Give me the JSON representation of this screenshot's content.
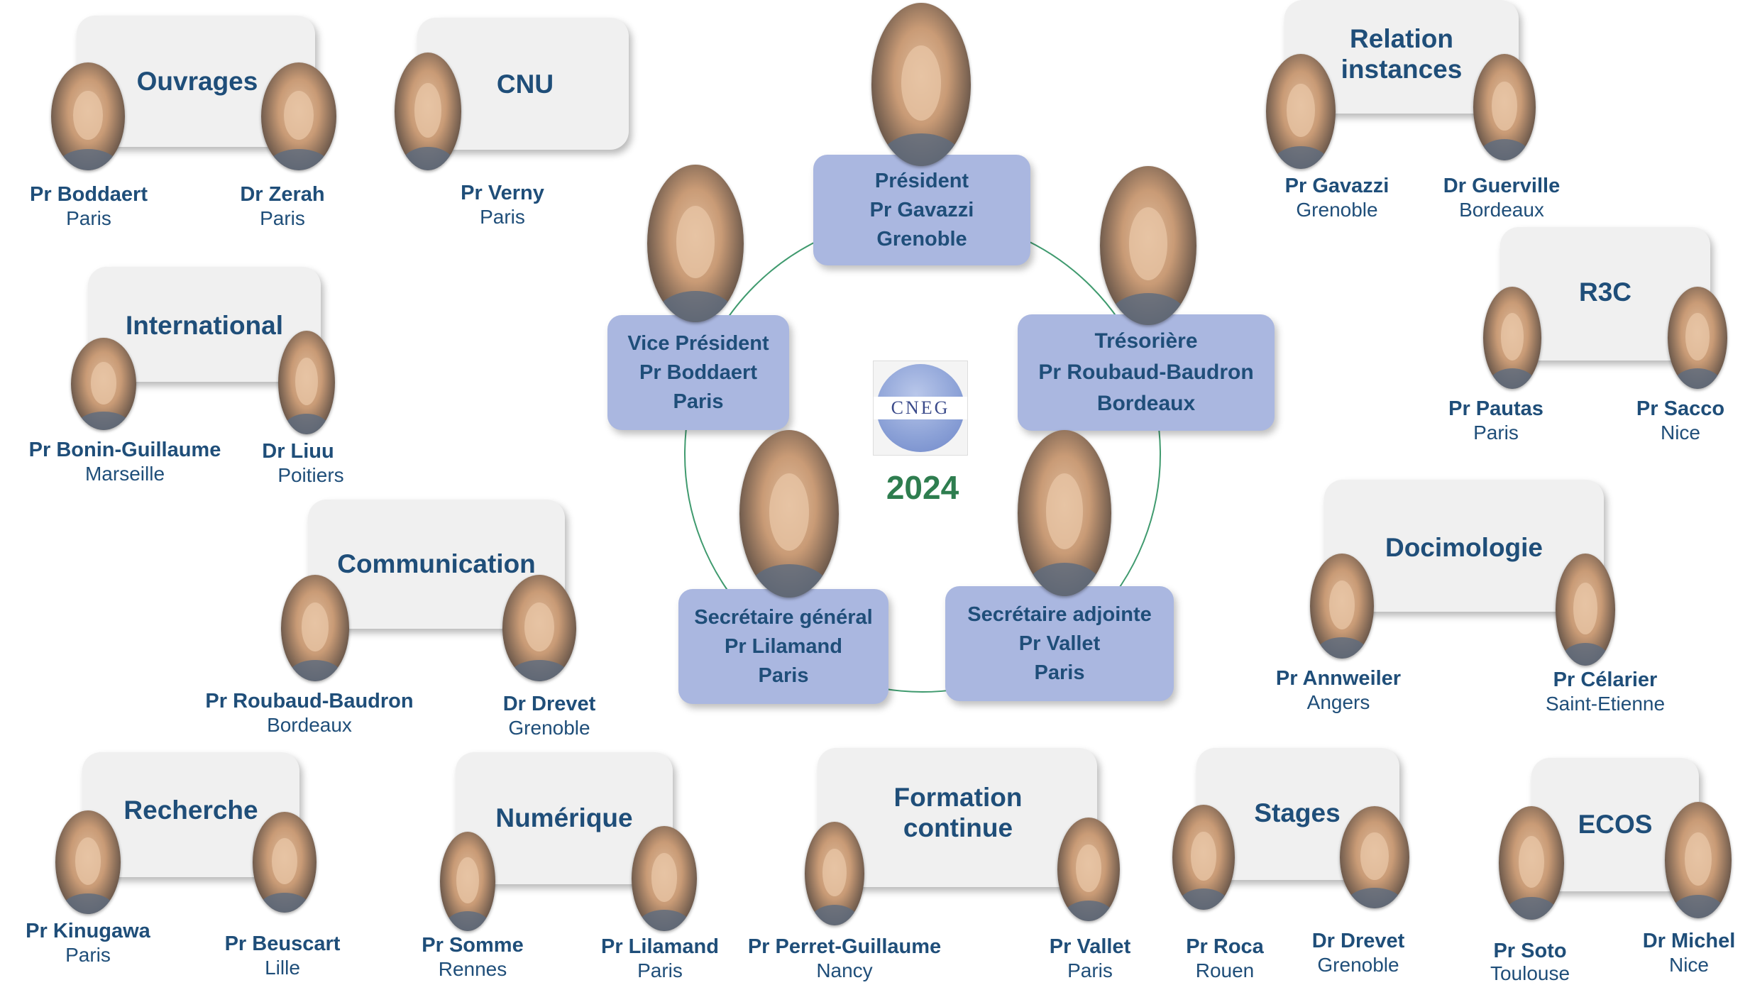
{
  "groups": {
    "ouvrages": {
      "title": "Ouvrages",
      "members": [
        {
          "name": "Pr Boddaert",
          "city": "Paris"
        },
        {
          "name": "Dr Zerah",
          "city": "Paris"
        }
      ]
    },
    "cnu": {
      "title": "CNU",
      "members": [
        {
          "name": "Pr Verny",
          "city": "Paris"
        }
      ]
    },
    "international": {
      "title": "International",
      "members": [
        {
          "name": "Pr Bonin-Guillaume",
          "city": "Marseille"
        },
        {
          "name": "Dr Liuu",
          "city": "Poitiers"
        }
      ]
    },
    "communication": {
      "title": "Communication",
      "members": [
        {
          "name": "Pr Roubaud-Baudron",
          "city": "Bordeaux"
        },
        {
          "name": "Dr Drevet",
          "city": "Grenoble"
        }
      ]
    },
    "recherche": {
      "title": "Recherche",
      "members": [
        {
          "name": "Pr Kinugawa",
          "city": "Paris"
        },
        {
          "name": "Pr Beuscart",
          "city": "Lille"
        }
      ]
    },
    "numerique": {
      "title": "Numérique",
      "members": [
        {
          "name": "Pr Somme",
          "city": "Rennes"
        },
        {
          "name": "Pr Lilamand",
          "city": "Paris"
        }
      ]
    },
    "formation": {
      "title_line1": "Formation",
      "title_line2": "continue",
      "members": [
        {
          "name": "Pr Perret-Guillaume",
          "city": "Nancy"
        },
        {
          "name": "Pr Vallet",
          "city": "Paris"
        }
      ]
    },
    "stages": {
      "title": "Stages",
      "members": [
        {
          "name": "Pr Roca",
          "city": "Rouen"
        },
        {
          "name": "Dr Drevet",
          "city": "Grenoble"
        }
      ]
    },
    "ecos": {
      "title": "ECOS",
      "members": [
        {
          "name": "Pr Soto",
          "city": "Toulouse"
        },
        {
          "name": "Dr Michel",
          "city": "Nice"
        }
      ]
    },
    "relation": {
      "title_line1": "Relation",
      "title_line2": "instances",
      "members": [
        {
          "name": "Pr Gavazzi",
          "city": "Grenoble"
        },
        {
          "name": "Dr Guerville",
          "city": "Bordeaux"
        }
      ]
    },
    "r3c": {
      "title": "R3C",
      "members": [
        {
          "name": "Pr Pautas",
          "city": "Paris"
        },
        {
          "name": "Pr Sacco",
          "city": "Nice"
        }
      ]
    },
    "docimologie": {
      "title": "Docimologie",
      "members": [
        {
          "name": "Pr Annweiler",
          "city": "Angers"
        },
        {
          "name": "Pr Célarier",
          "city": "Saint-Etienne"
        }
      ]
    }
  },
  "board": {
    "president": {
      "role": "Président",
      "name": "Pr Gavazzi",
      "city": "Grenoble"
    },
    "vice_president": {
      "role": "Vice Président",
      "name": "Pr Boddaert",
      "city": "Paris"
    },
    "tresoriere": {
      "role": "Trésorière",
      "name": "Pr Roubaud-Baudron",
      "city": "Bordeaux"
    },
    "secretaire_general": {
      "role": "Secrétaire général",
      "name": "Pr Lilamand",
      "city": "Paris"
    },
    "secretaire_adjointe": {
      "role": "Secrétaire adjointe",
      "name": "Pr Vallet",
      "city": "Paris"
    }
  },
  "center": {
    "logo_text": "CNEG",
    "year": "2024"
  },
  "colors": {
    "title": "#1f4e79",
    "board_box": "#aab7e0",
    "group_box": "#f0f0f0",
    "year": "#2e7d4f",
    "circle": "#3f9a6e"
  }
}
